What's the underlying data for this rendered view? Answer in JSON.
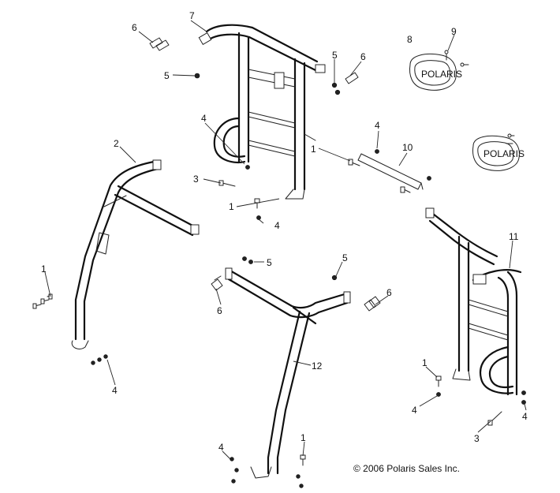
{
  "copyright": "© 2006 Polaris Sales Inc.",
  "callouts": [
    "1",
    "2",
    "3",
    "4",
    "5",
    "6",
    "7",
    "8",
    "9",
    "10",
    "11",
    "12"
  ],
  "pad_logo": "POLARIS"
}
